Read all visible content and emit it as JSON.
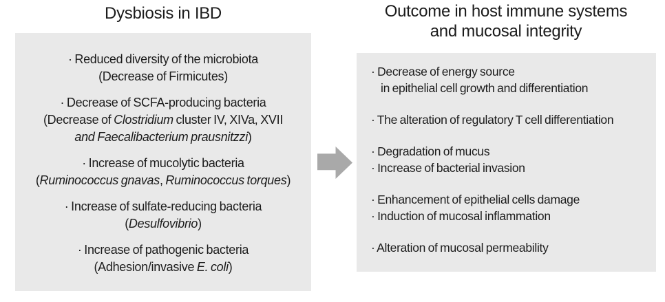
{
  "colors": {
    "page_bg": "#ffffff",
    "box_bg": "#e9e9e9",
    "text": "#1c1c1c",
    "arrow": "#a9a9a9"
  },
  "left_panel": {
    "title": "Dysbiosis in IBD",
    "items": [
      {
        "lines": [
          {
            "segments": [
              {
                "t": "· Reduced diversity of the microbiota"
              }
            ]
          },
          {
            "segments": [
              {
                "t": "(Decrease of Firmicutes)"
              }
            ]
          }
        ]
      },
      {
        "lines": [
          {
            "segments": [
              {
                "t": "· Decrease of SCFA-producing bacteria"
              }
            ]
          },
          {
            "segments": [
              {
                "t": "(Decrease of "
              },
              {
                "t": "Clostridium",
                "i": true
              },
              {
                "t": " cluster IV, XIVa, XVII"
              }
            ]
          },
          {
            "segments": [
              {
                "t": "and Faecalibacterium prausnitzzi",
                "i": true
              },
              {
                "t": ")"
              }
            ]
          }
        ]
      },
      {
        "lines": [
          {
            "segments": [
              {
                "t": "· Increase of mucolytic bacteria"
              }
            ]
          },
          {
            "segments": [
              {
                "t": "("
              },
              {
                "t": "Ruminococcus gnavas",
                "i": true
              },
              {
                "t": ", "
              },
              {
                "t": "Ruminococcus torques",
                "i": true
              },
              {
                "t": ")"
              }
            ]
          }
        ]
      },
      {
        "lines": [
          {
            "segments": [
              {
                "t": "· Increase of sulfate-reducing bacteria"
              }
            ]
          },
          {
            "segments": [
              {
                "t": "("
              },
              {
                "t": "Desulfovibrio",
                "i": true
              },
              {
                "t": ")"
              }
            ]
          }
        ]
      },
      {
        "lines": [
          {
            "segments": [
              {
                "t": "· Increase of pathogenic bacteria"
              }
            ]
          },
          {
            "segments": [
              {
                "t": "(Adhesion/invasive "
              },
              {
                "t": "E. coli",
                "i": true
              },
              {
                "t": ")"
              }
            ]
          }
        ]
      }
    ]
  },
  "arrow": {
    "icon": "right-arrow-icon",
    "direction": "right"
  },
  "right_panel": {
    "title_line1": "Outcome in host immune systems",
    "title_line2": "and mucosal integrity",
    "items": [
      {
        "lines": [
          {
            "segments": [
              {
                "t": "· Decrease of energy source"
              }
            ]
          },
          {
            "indent": true,
            "segments": [
              {
                "t": "in epithelial cell growth and differentiation"
              }
            ]
          }
        ]
      },
      {
        "lines": [
          {
            "segments": [
              {
                "t": "· The alteration of regulatory T cell differentiation"
              }
            ]
          }
        ]
      },
      {
        "lines": [
          {
            "segments": [
              {
                "t": "· Degradation of mucus"
              }
            ]
          },
          {
            "segments": [
              {
                "t": "· Increase of bacterial invasion"
              }
            ]
          }
        ]
      },
      {
        "lines": [
          {
            "segments": [
              {
                "t": "· Enhancement of epithelial cells damage"
              }
            ]
          },
          {
            "segments": [
              {
                "t": "· Induction of mucosal inflammation"
              }
            ]
          }
        ]
      },
      {
        "lines": [
          {
            "segments": [
              {
                "t": "· Alteration of mucosal permeability"
              }
            ]
          }
        ]
      }
    ]
  }
}
